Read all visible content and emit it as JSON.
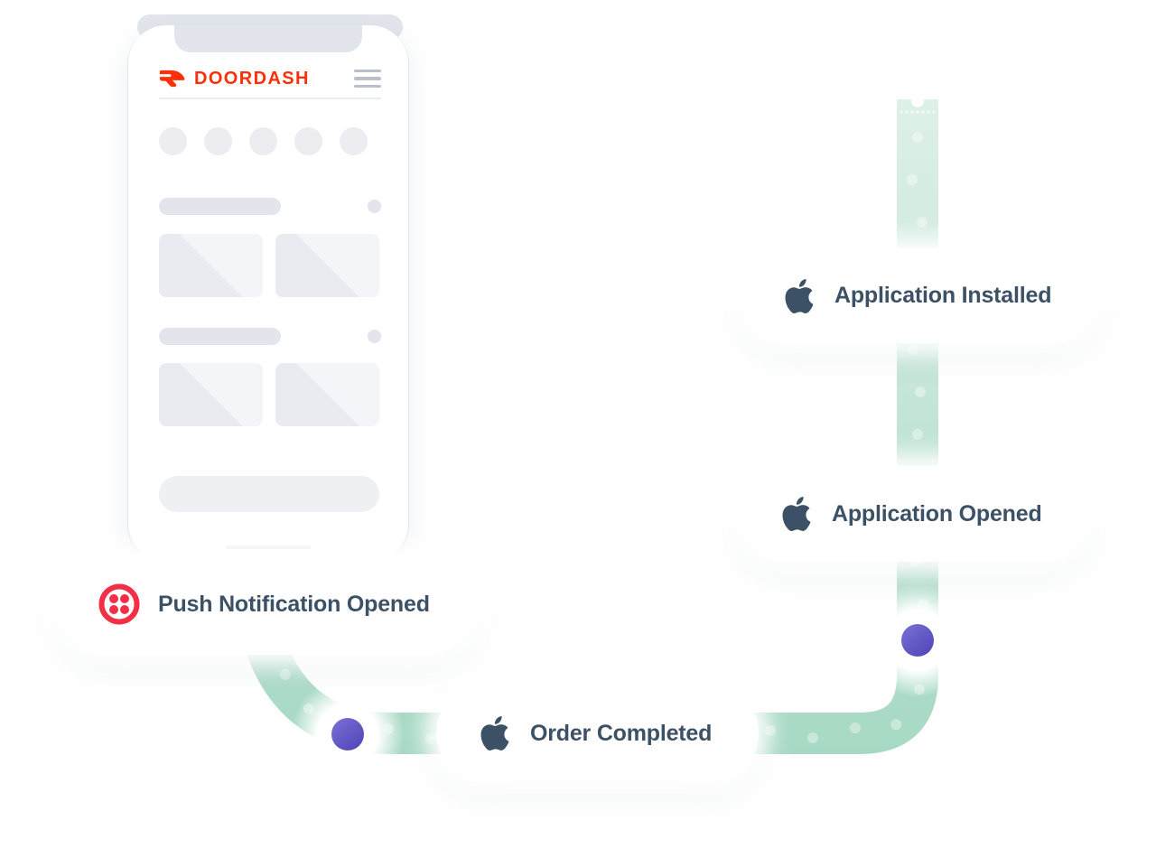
{
  "phone": {
    "brand": "DOORDASH",
    "placeholders": {
      "avatar_count": 5,
      "card_count": 4
    }
  },
  "events": [
    {
      "label": "Application Installed",
      "icon": "apple-icon",
      "source": "iOS app"
    },
    {
      "label": "Application Opened",
      "icon": "apple-icon",
      "source": "iOS app"
    },
    {
      "label": "Order Completed",
      "icon": "apple-icon",
      "source": "iOS app"
    },
    {
      "label": "Push Notification Opened",
      "icon": "twilio-icon",
      "source": "Twilio"
    }
  ],
  "colors": {
    "ink": "#3C5166",
    "doordash_red": "#FF3008",
    "twilio_red": "#F22F46",
    "purple_light": "#7B71D6",
    "purple_dark": "#4E43B5",
    "path_light": "#DEF0E8",
    "path_dark": "#A6D9C3"
  }
}
